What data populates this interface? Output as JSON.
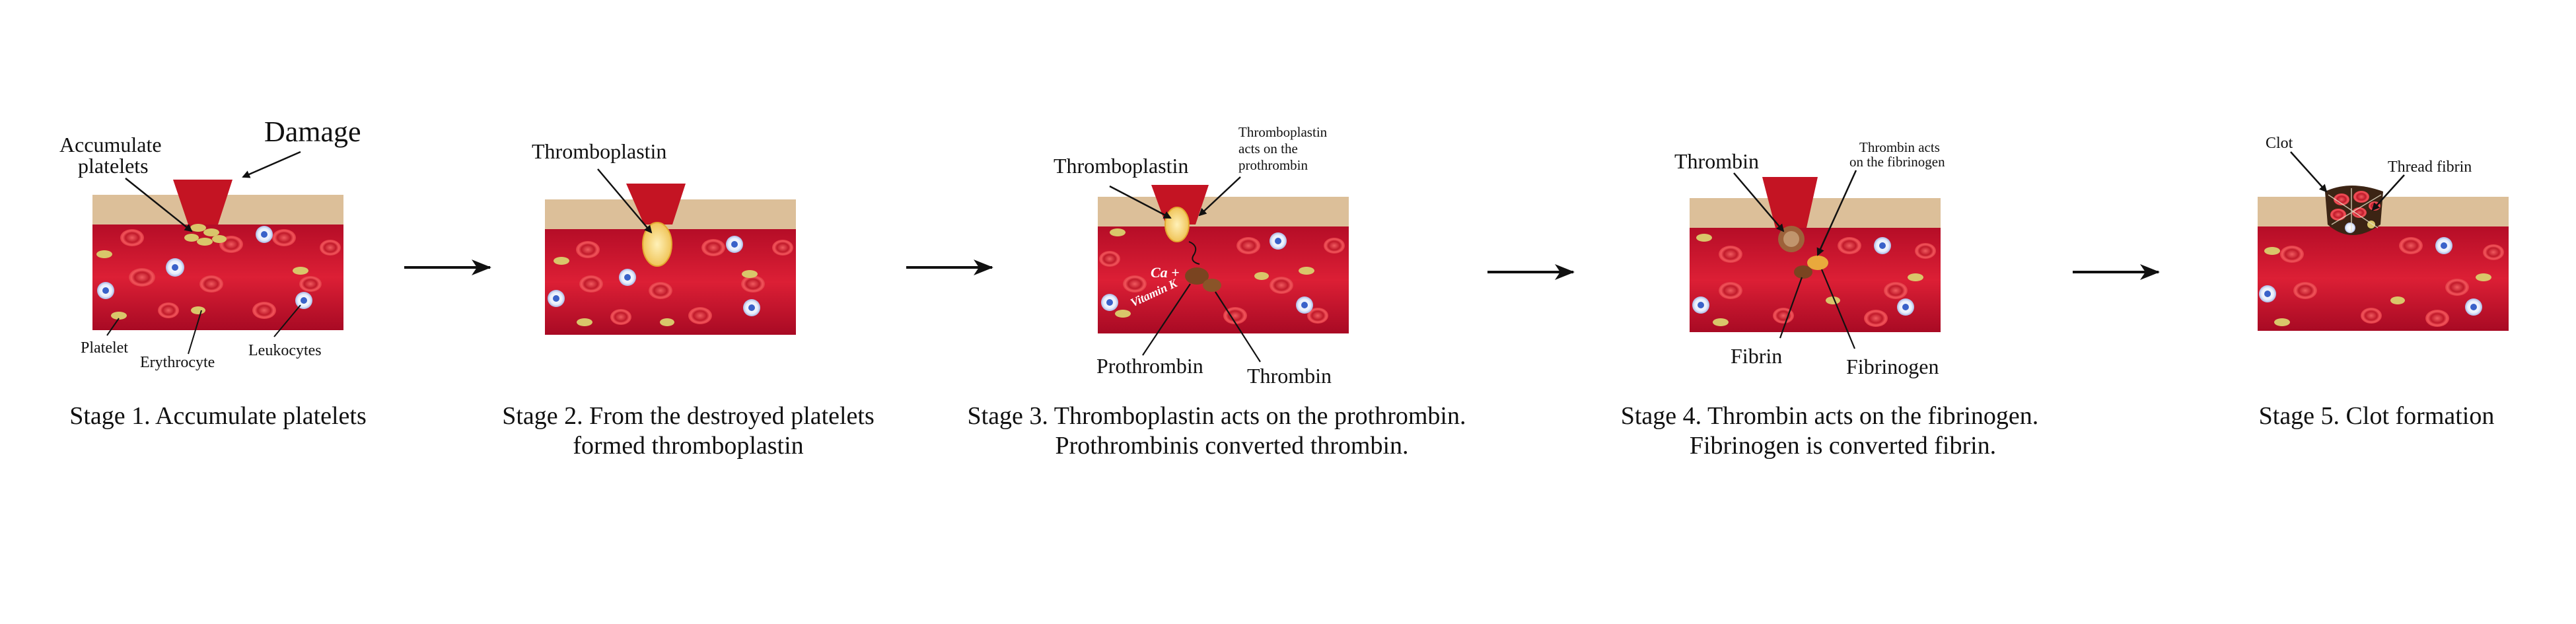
{
  "stages": [
    {
      "caption": [
        "Stage 1. Accumulate platelets"
      ],
      "labels": {
        "accumulate": [
          "Accumulate",
          "platelets"
        ],
        "damage": "Damage",
        "platelet": "Platelet",
        "erythrocyte": "Erythrocyte",
        "leukocytes": "Leukocytes"
      }
    },
    {
      "caption": [
        "Stage 2. From the destroyed platelets",
        "formed thromboplastin"
      ],
      "labels": {
        "thromboplastin": "Thromboplastin"
      }
    },
    {
      "caption": [
        "Stage 3. Thromboplastin acts on the prothrombin.",
        "Prothrombinis converted thrombin."
      ],
      "labels": {
        "thromboplastin": "Thromboplastin",
        "acts_note": [
          "Thromboplastin",
          "acts on the",
          "prothrombin"
        ],
        "prothrombin": "Prothrombin",
        "thrombin": "Thrombin",
        "calcium": "Ca +",
        "vitamin_k": "Vitamin K"
      }
    },
    {
      "caption": [
        "Stage 4. Thrombin acts on the fibrinogen.",
        "Fibrinogen is converted fibrin."
      ],
      "labels": {
        "thrombin": "Thrombin",
        "acts_note": [
          "Thrombin acts",
          "on the fibrinogen"
        ],
        "fibrin": "Fibrin",
        "fibrinogen": "Fibrinogen"
      }
    },
    {
      "caption": [
        "Stage 5. Clot formation"
      ],
      "labels": {
        "clot": "Clot",
        "thread_fibrin": "Thread fibrin"
      }
    }
  ],
  "colors": {
    "vessel": "#c8102e",
    "vessel_dark": "#9e0b22",
    "tissue": "#dcbf99",
    "erythrocyte": "#e8353f",
    "platelet": "#d9c66a",
    "leukocyte": "#3a62c9",
    "thromboplastin": "#f6d57a",
    "enzyme": "#7a4420"
  }
}
